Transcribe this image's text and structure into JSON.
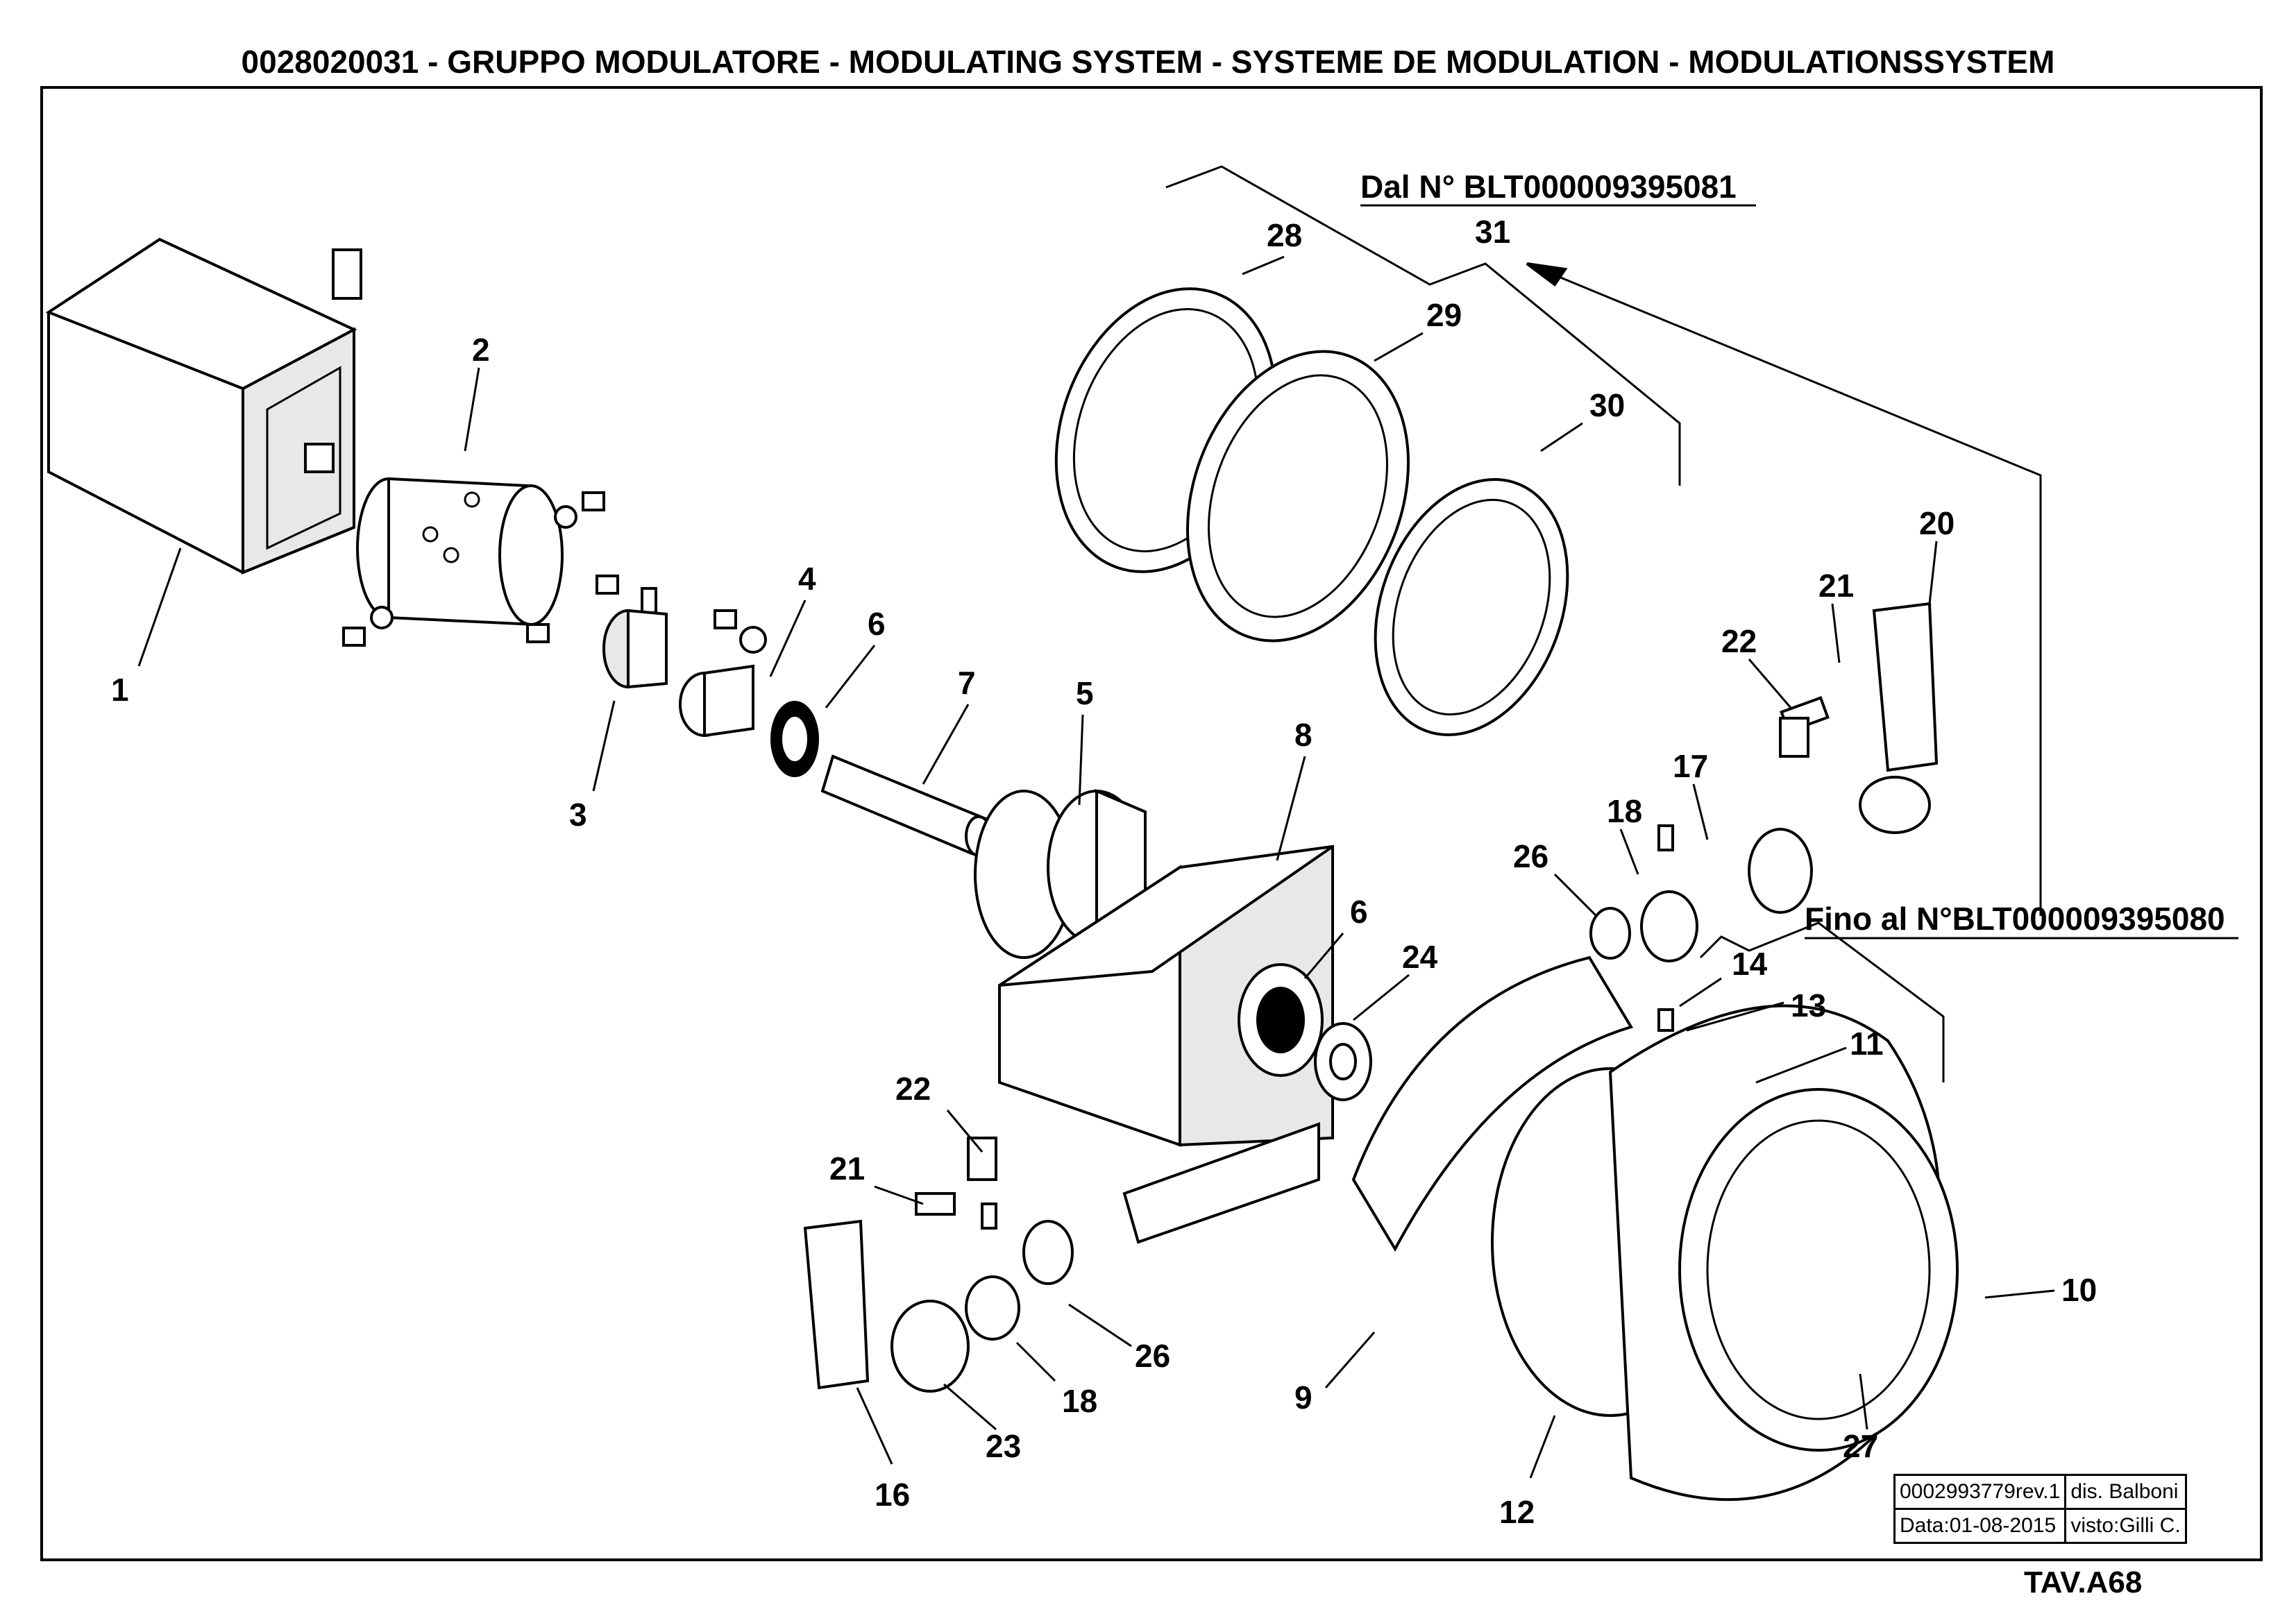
{
  "title": "0028020031 - GRUPPO MODULATORE - MODULATING SYSTEM - SYSTEME DE MODULATION - MODULATIONSSYSTEM",
  "notes": {
    "from_serial": "Dal N° BLT000009395081",
    "until_serial": "Fino al N°BLT000009395080"
  },
  "callouts": [
    "1",
    "2",
    "3",
    "4",
    "5",
    "6",
    "7",
    "8",
    "6",
    "24",
    "28",
    "29",
    "30",
    "31",
    "20",
    "21",
    "22",
    "17",
    "18",
    "26",
    "14",
    "13",
    "11",
    "10",
    "9",
    "12",
    "27",
    "22",
    "21",
    "26",
    "18",
    "23",
    "16"
  ],
  "title_block": {
    "drawing_code": "0002993779rev.1",
    "drawn_by": "dis. Balboni",
    "date": "Data:01-08-2015",
    "checked_by": "visto:Gilli C."
  },
  "sheet_id": "TAV.A68"
}
